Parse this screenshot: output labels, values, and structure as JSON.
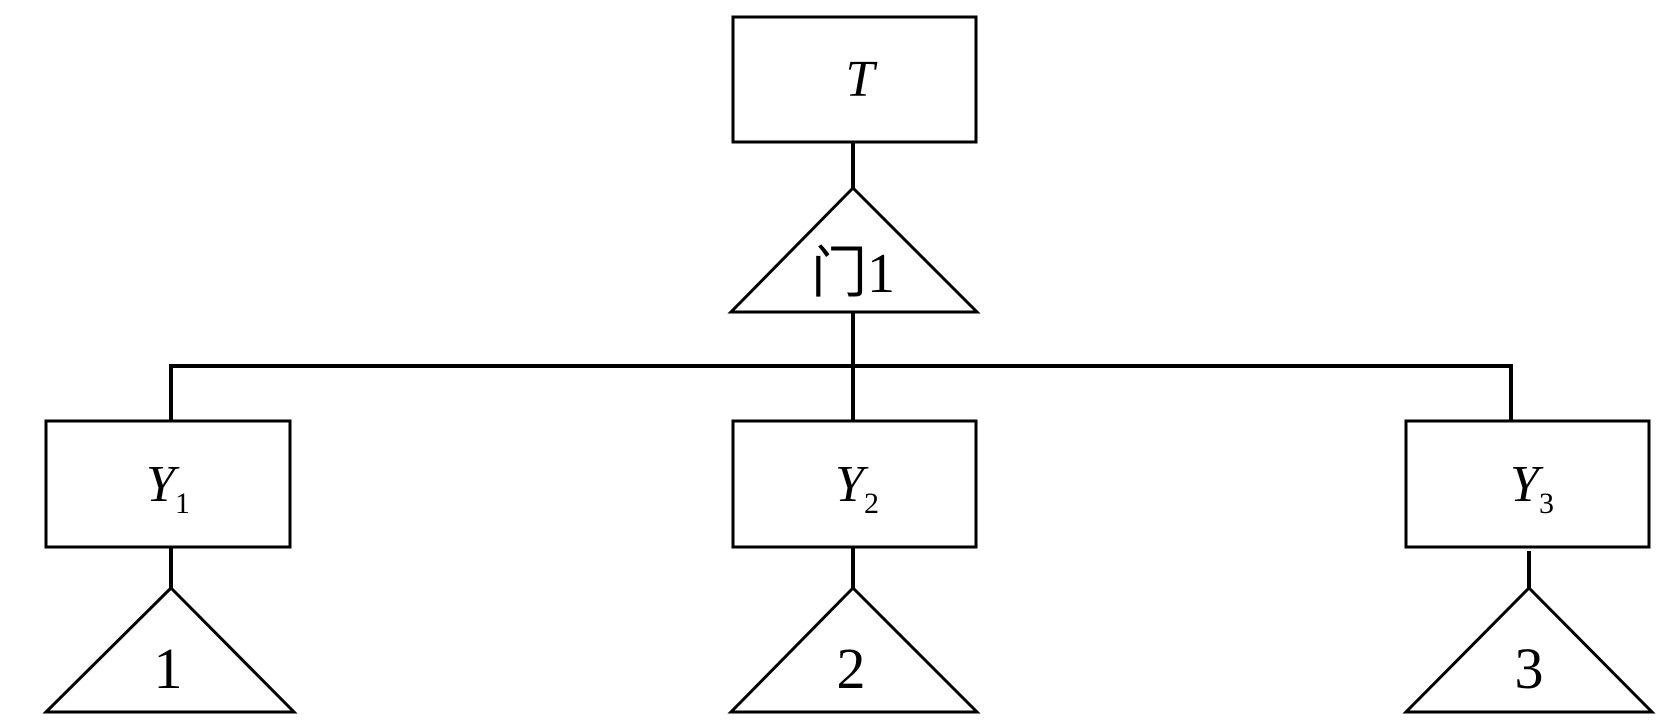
{
  "top_event": {
    "label": "T"
  },
  "gate": {
    "label": "门1"
  },
  "events": [
    {
      "base": "Y",
      "sub": "1"
    },
    {
      "base": "Y",
      "sub": "2"
    },
    {
      "base": "Y",
      "sub": "3"
    }
  ],
  "transfers": [
    {
      "label": "1"
    },
    {
      "label": "2"
    },
    {
      "label": "3"
    }
  ],
  "colors": {
    "stroke": "#000000",
    "background": "#ffffff"
  }
}
